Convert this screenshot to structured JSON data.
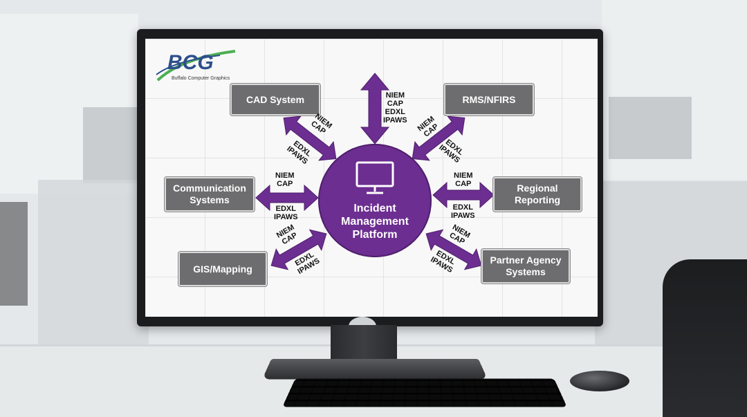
{
  "logo": {
    "name": "BCG",
    "sub": "Buffalo Computer Graphics"
  },
  "hub": {
    "title": "Incident\nManagement\nPlatform",
    "icon": "monitor-icon"
  },
  "systems": {
    "cad": "CAD System",
    "rms": "RMS/NFIRS",
    "comm": "Communication\nSystems",
    "regional": "Regional\nReporting",
    "gis": "GIS/Mapping",
    "partner": "Partner Agency\nSystems"
  },
  "protocols": {
    "top": "NIEM\nCAP\nEDXL\nIPAWS",
    "niem_cap": "NIEM\nCAP",
    "edxl_ipaws": "EDXL\nIPAWS"
  },
  "colors": {
    "hub": "#6c2e91",
    "box": "#6d6d6f",
    "logo": "#2d4f8c",
    "logo_swoosh": "#4caf50"
  }
}
